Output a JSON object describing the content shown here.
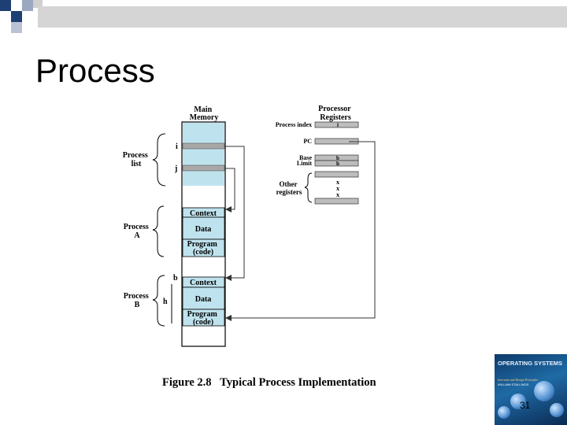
{
  "slide": {
    "title": "Process",
    "page_number": "31"
  },
  "figure": {
    "caption": "Figure 2.8   Typical Process Implementation",
    "main_memory_label": [
      "Main",
      "Memory"
    ],
    "processor_registers_label": [
      "Processor",
      "Registers"
    ],
    "process_list_label": [
      "Process",
      "list"
    ],
    "process_a_label": [
      "Process",
      "A"
    ],
    "process_b_label": [
      "Process",
      "B"
    ],
    "entry_i": "i",
    "entry_j": "j",
    "marker_b": "b",
    "marker_h": "h",
    "context_a": "Context",
    "data_a": "Data",
    "program_a": [
      "Program",
      "(code)"
    ],
    "context_b": "Context",
    "data_b": "Data",
    "program_b": [
      "Program",
      "(code)"
    ],
    "process_index_label": "Process index",
    "process_index_value": "i",
    "pc_label": "PC",
    "base_label": "Base",
    "limit_label": "Limit",
    "base_value": "b",
    "limit_value": "h",
    "other_registers_label": [
      "Other",
      "registers"
    ],
    "other_register_values": [
      "x",
      "x",
      "x"
    ]
  },
  "book_cover": {
    "title": "OPERATING SYSTEMS",
    "subtitle": "Internals and Design Principles",
    "author": "WILLIAM STALLINGS"
  },
  "colors": {
    "memory_fill": "#bfe3ee",
    "register_fill": "#bdbdbd",
    "top_bar": "#d5d5d5",
    "corner_squares": "#1e3f73"
  }
}
